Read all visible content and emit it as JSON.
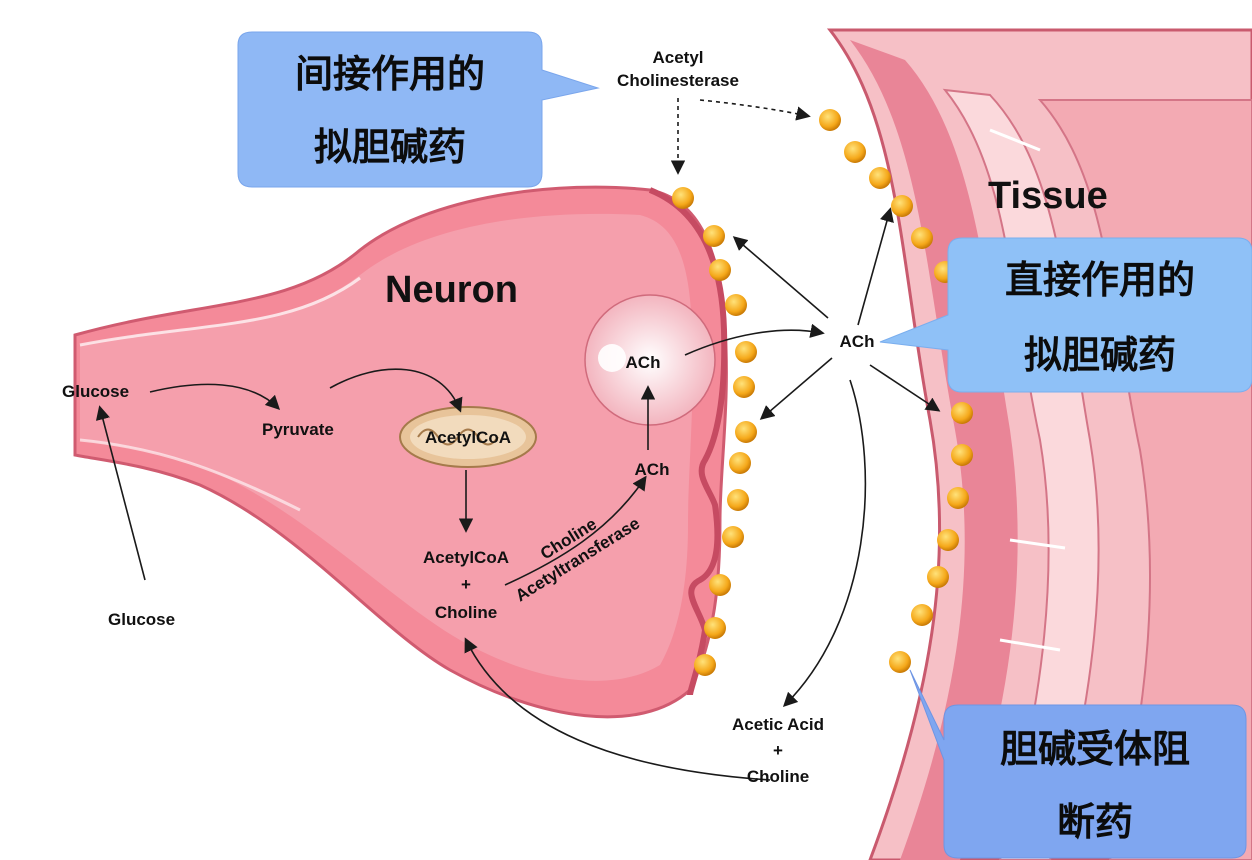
{
  "labels": {
    "neuron": "Neuron",
    "tissue": "Tissue",
    "acetyl_cholinesterase_1": "Acetyl",
    "acetyl_cholinesterase_2": "Cholinesterase",
    "glucose_in": "Glucose",
    "glucose_out": "Glucose",
    "pyruvate": "Pyruvate",
    "acetylcoa_mito": "AcetylCoA",
    "acetylcoa": "AcetylCoA",
    "plus_1": "+",
    "choline": "Choline",
    "choline_acetyltransferase_1": "Choline",
    "choline_acetyltransferase_2": "Acetyltransferase",
    "ach_vesicle": "ACh",
    "ach_cytosol": "ACh",
    "ach_cleft": "ACh",
    "acetic_acid": "Acetic Acid",
    "plus_2": "+",
    "choline_out": "Choline"
  },
  "callouts": {
    "indirect": {
      "line1": "间接作用的",
      "line2": "拟胆碱药"
    },
    "direct": {
      "line1": "直接作用的",
      "line2": "拟胆碱药"
    },
    "blocker": {
      "line1": "胆碱受体阻",
      "line2": "断药"
    }
  },
  "colors": {
    "neuron_body": "#f08a98",
    "neuron_light": "#f8c6cc",
    "neuron_edge": "#d9677a",
    "tissue_body": "#f6b7be",
    "tissue_dark": "#e07084",
    "receptor": "#f7b320",
    "callout_blue": "#8fb8f5",
    "callout_blue2": "#7fa6f0",
    "mitochondria": "#e8c49a"
  }
}
